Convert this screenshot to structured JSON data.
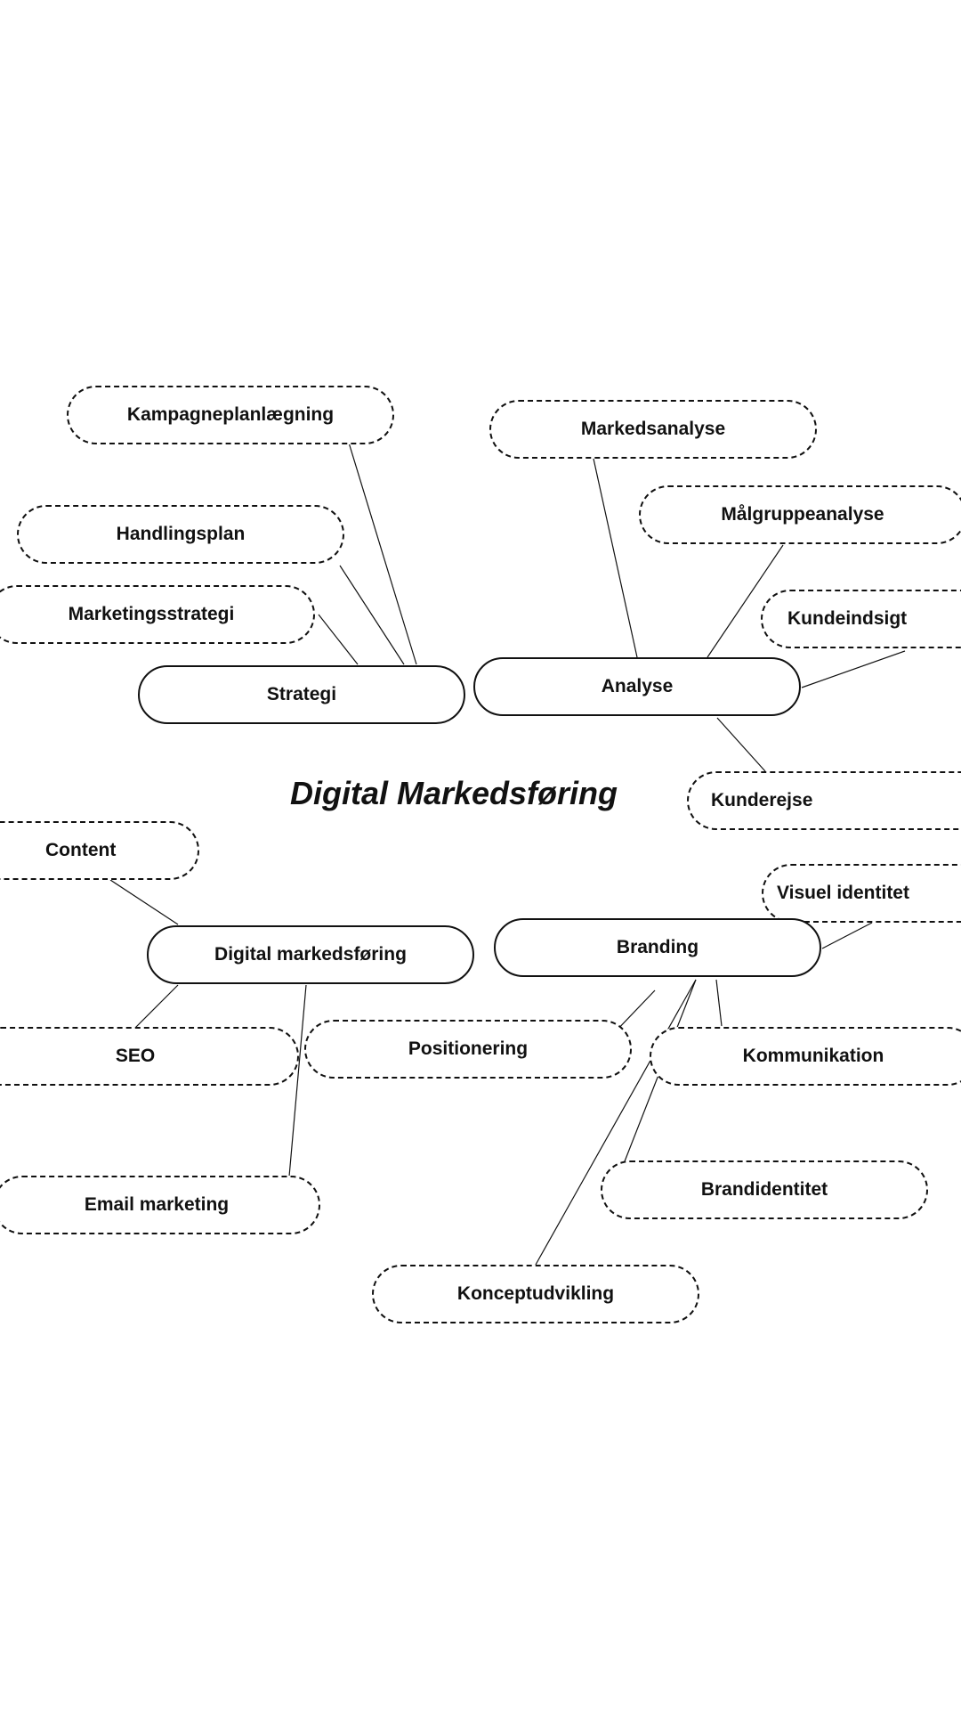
{
  "title": "Digital Markedsføring",
  "branches": {
    "strategi": {
      "label": "Strategi",
      "children": {
        "kampagneplanlaegning": "Kampagneplanlægning",
        "handlingsplan": "Handlingsplan",
        "marketingsstrategi": "Marketingsstrategi"
      }
    },
    "analyse": {
      "label": "Analyse",
      "children": {
        "markedsanalyse": "Markedsanalyse",
        "malgruppeanalyse": "Målgruppeanalyse",
        "kundeindsigt": "Kundeindsigt",
        "kunderejse": "Kunderejse"
      }
    },
    "digital": {
      "label": "Digital markedsføring",
      "children": {
        "content": "Content",
        "seo": "SEO",
        "email": "Email marketing"
      }
    },
    "branding": {
      "label": "Branding",
      "children": {
        "visuel": "Visuel identitet",
        "positionering": "Positionering",
        "kommunikation": "Kommunikation",
        "brandidentitet": "Brandidentitet",
        "konceptudvikling": "Konceptudvikling"
      }
    }
  }
}
